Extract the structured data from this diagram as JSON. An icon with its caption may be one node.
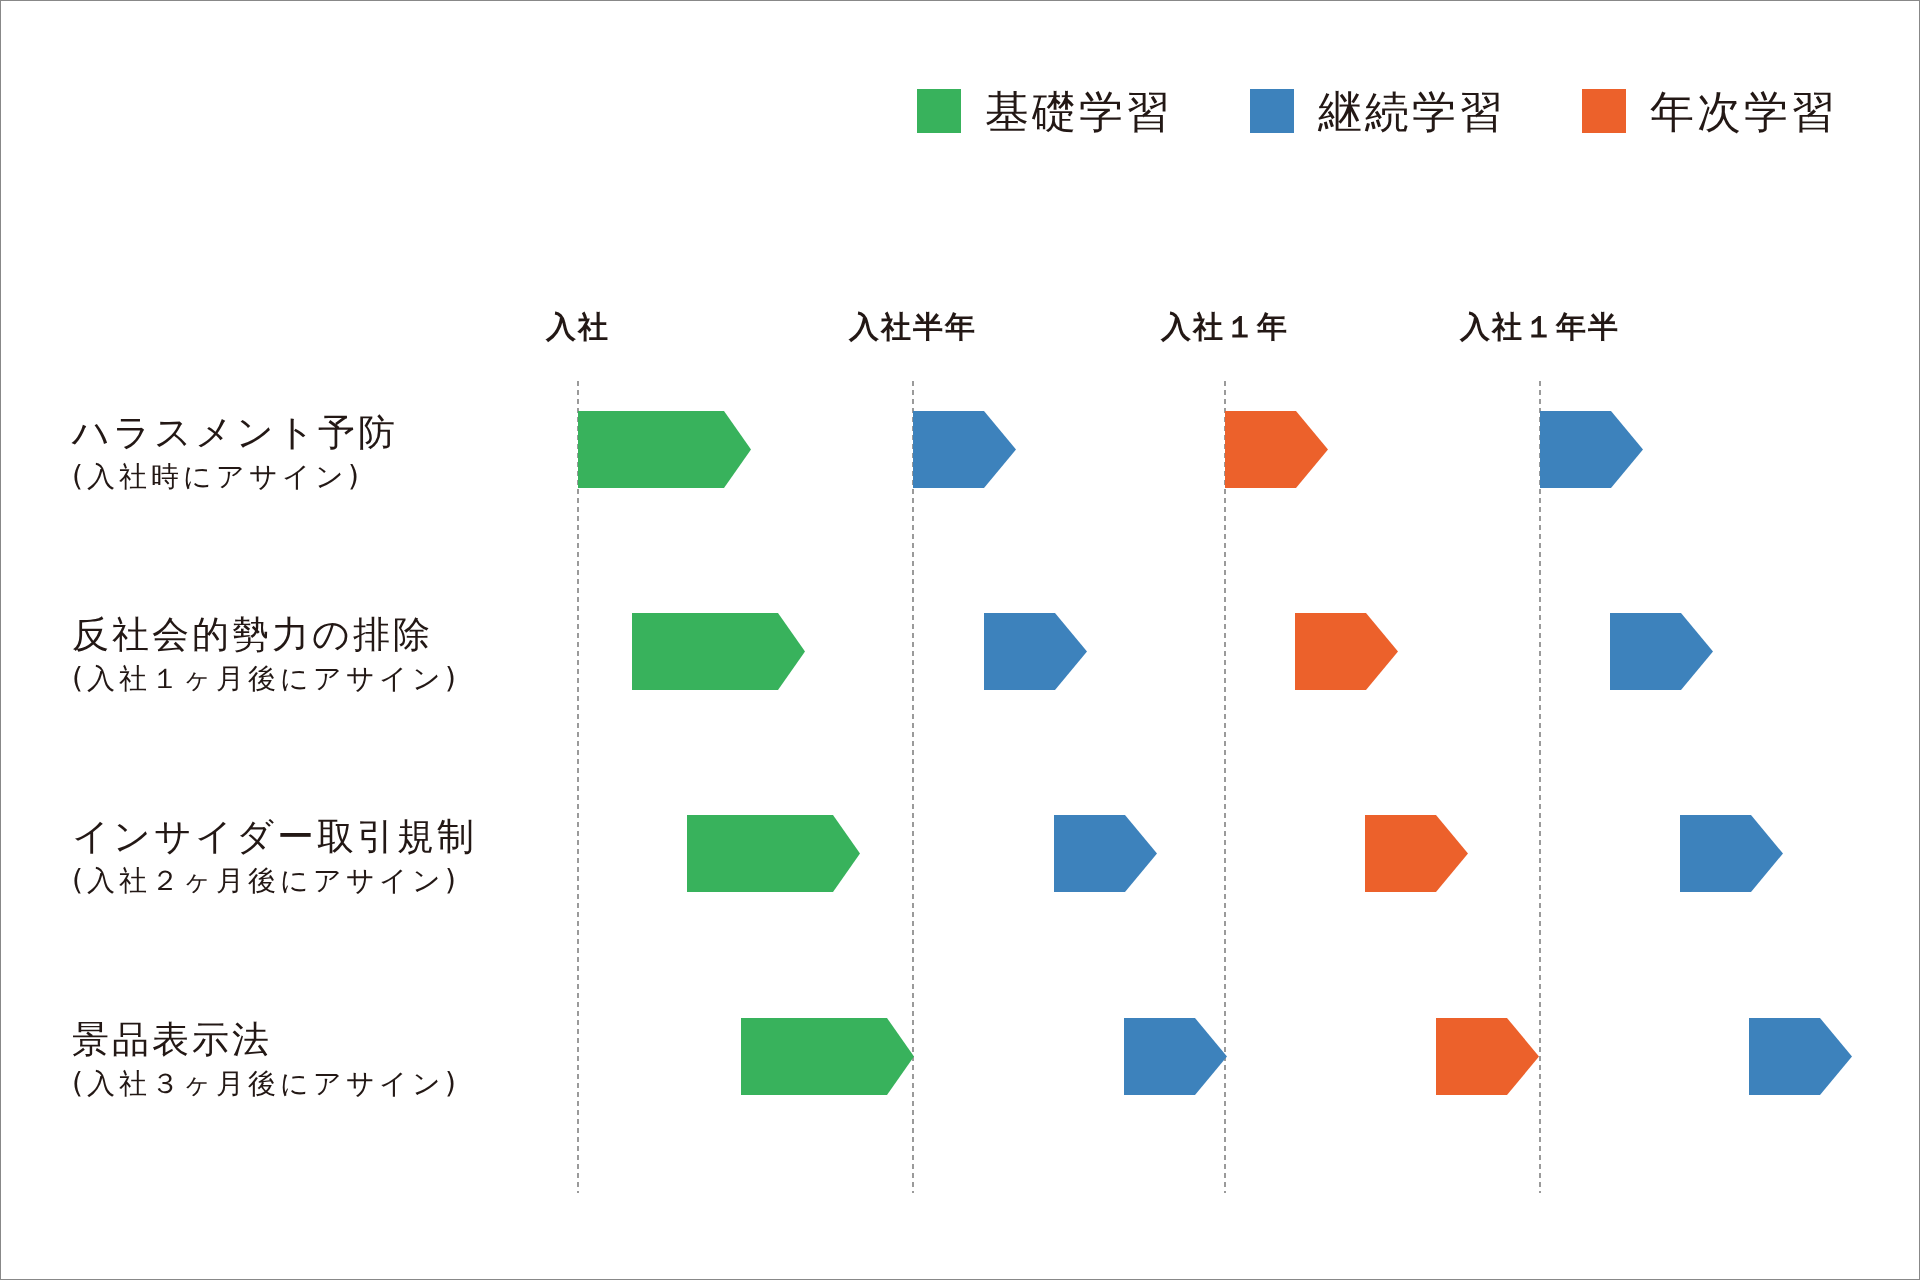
{
  "diagram": {
    "nodes": [
      {
        "text": [],
        "shape": "pentagon"
      },
      {
        "text": [],
        "shape": "pentagon"
      },
      {
        "text": [],
        "shape": "pentagon"
      },
      {
        "text": [],
        "shape": "pentagon"
      },
      {
        "text": [],
        "shape": "pentagon"
      },
      {
        "text": [],
        "shape": "pentagon"
      },
      {
        "text": [],
        "shape": "pentagon"
      },
      {
        "text": [],
        "shape": "pentagon"
      },
      {
        "text": [],
        "shape": "pentagon"
      },
      {
        "text": [],
        "shape": "pentagon"
      },
      {
        "text": [],
        "shape": "pentagon"
      },
      {
        "text": [],
        "shape": "pentagon"
      },
      {
        "text": [],
        "shape": "pentagon"
      },
      {
        "text": [],
        "shape": "pentagon"
      },
      {
        "text": [],
        "shape": "pentagon"
      },
      {
        "text": [],
        "shape": "pentagon"
      }
    ],
    "labels": [
      "入社",
      "入社半年",
      "入社１年",
      "入社１年半",
      "ハラスメント予防",
      "(入社時にアサイン)",
      "反社会的勢力の排除",
      "(入社１ヶ月後にアサイン)",
      "インサイダー取引規制",
      "(入社２ヶ月後にアサイン)",
      "景品表示法",
      "(入社３ヶ月後にアサイン)"
    ],
    "legend": [
      {
        "text": "基礎学習",
        "color": "#38b25c"
      },
      {
        "text": "継続学習",
        "color": "#3d82bc"
      },
      {
        "text": "年次学習",
        "color": "#ec612b"
      }
    ]
  }
}
